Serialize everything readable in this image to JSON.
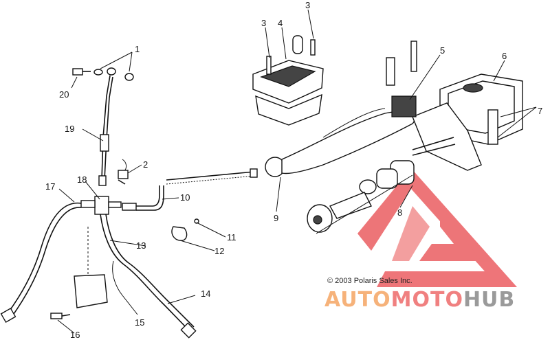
{
  "callouts": {
    "c1": "1",
    "c2": "2",
    "c3a": "3",
    "c3b": "3",
    "c4": "4",
    "c5": "5",
    "c6": "6",
    "c7": "7",
    "c8": "8",
    "c9": "9",
    "c10": "10",
    "c11": "11",
    "c12": "12",
    "c13": "13",
    "c14": "14",
    "c15": "15",
    "c16": "16",
    "c17": "17",
    "c18": "18",
    "c19": "19",
    "c20": "20"
  },
  "copyright": "© 2003 Polaris Sales Inc.",
  "watermark": {
    "part1": "AUTO",
    "part2": "MOTO",
    "part3": "HUB",
    "color_auto": "#F6B27A",
    "color_moto": "#F08080",
    "color_hub": "#9A9A9A",
    "logo_color": "#E8474C"
  }
}
